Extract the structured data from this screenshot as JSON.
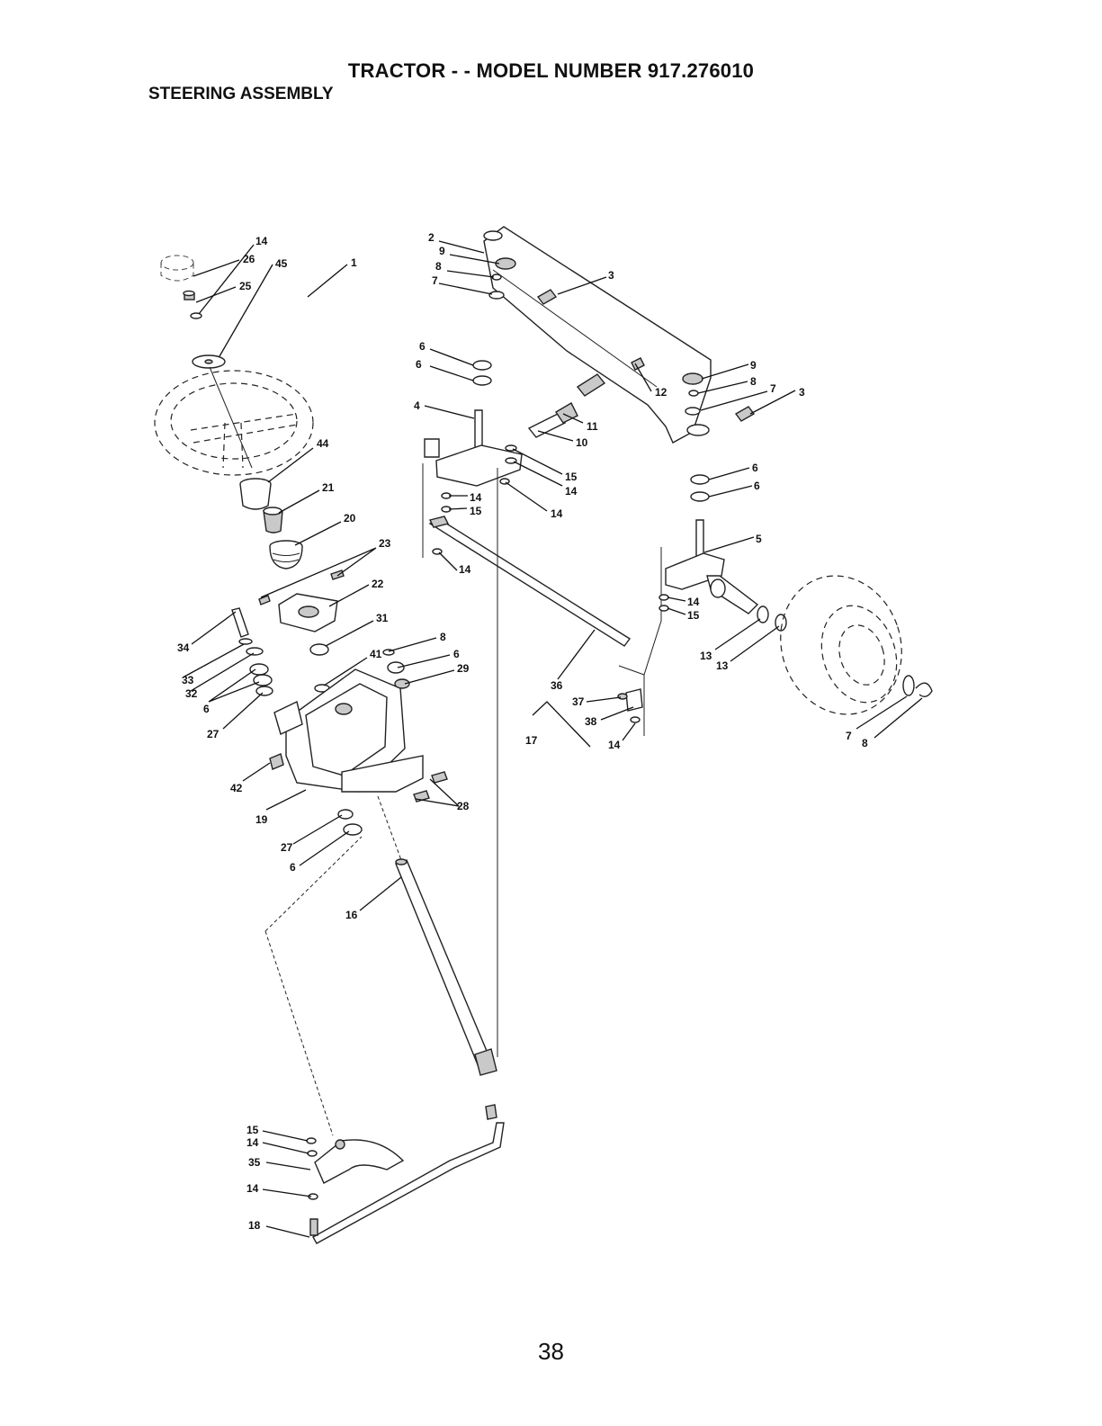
{
  "header": {
    "title": "TRACTOR - - MODEL NUMBER 917.276010",
    "subtitle": "STEERING ASSEMBLY"
  },
  "page_number": "38",
  "callouts": [
    {
      "id": "c-26",
      "label": "26"
    },
    {
      "id": "c-25",
      "label": "25"
    },
    {
      "id": "c-14a",
      "label": "14"
    },
    {
      "id": "c-45",
      "label": "45"
    },
    {
      "id": "c-1",
      "label": "1"
    },
    {
      "id": "c-44",
      "label": "44"
    },
    {
      "id": "c-21",
      "label": "21"
    },
    {
      "id": "c-20",
      "label": "20"
    },
    {
      "id": "c-23",
      "label": "23"
    },
    {
      "id": "c-22",
      "label": "22"
    },
    {
      "id": "c-31",
      "label": "31"
    },
    {
      "id": "c-41",
      "label": "41"
    },
    {
      "id": "c-8a",
      "label": "8"
    },
    {
      "id": "c-6a",
      "label": "6"
    },
    {
      "id": "c-29",
      "label": "29"
    },
    {
      "id": "c-34",
      "label": "34"
    },
    {
      "id": "c-33",
      "label": "33"
    },
    {
      "id": "c-32",
      "label": "32"
    },
    {
      "id": "c-6b",
      "label": "6"
    },
    {
      "id": "c-27a",
      "label": "27"
    },
    {
      "id": "c-42",
      "label": "42"
    },
    {
      "id": "c-19",
      "label": "19"
    },
    {
      "id": "c-28",
      "label": "28"
    },
    {
      "id": "c-27b",
      "label": "27"
    },
    {
      "id": "c-6c",
      "label": "6"
    },
    {
      "id": "c-16",
      "label": "16"
    },
    {
      "id": "c-15a",
      "label": "15"
    },
    {
      "id": "c-14b",
      "label": "14"
    },
    {
      "id": "c-35",
      "label": "35"
    },
    {
      "id": "c-14c",
      "label": "14"
    },
    {
      "id": "c-18",
      "label": "18"
    },
    {
      "id": "c-9a",
      "label": "9"
    },
    {
      "id": "c-8b",
      "label": "8"
    },
    {
      "id": "c-7a",
      "label": "7"
    },
    {
      "id": "c-3a",
      "label": "3"
    },
    {
      "id": "c-2",
      "label": "2"
    },
    {
      "id": "c-6d",
      "label": "6"
    },
    {
      "id": "c-6e",
      "label": "6"
    },
    {
      "id": "c-4",
      "label": "4"
    },
    {
      "id": "c-12",
      "label": "12"
    },
    {
      "id": "c-11",
      "label": "11"
    },
    {
      "id": "c-10",
      "label": "10"
    },
    {
      "id": "c-15b",
      "label": "15"
    },
    {
      "id": "c-14d",
      "label": "14"
    },
    {
      "id": "c-14e",
      "label": "14"
    },
    {
      "id": "c-15c",
      "label": "15"
    },
    {
      "id": "c-14f",
      "label": "14"
    },
    {
      "id": "c-14g",
      "label": "14"
    },
    {
      "id": "c-9b",
      "label": "9"
    },
    {
      "id": "c-8c",
      "label": "8"
    },
    {
      "id": "c-7b",
      "label": "7"
    },
    {
      "id": "c-3b",
      "label": "3"
    },
    {
      "id": "c-6f",
      "label": "6"
    },
    {
      "id": "c-6g",
      "label": "6"
    },
    {
      "id": "c-5",
      "label": "5"
    },
    {
      "id": "c-14h",
      "label": "14"
    },
    {
      "id": "c-15d",
      "label": "15"
    },
    {
      "id": "c-13a",
      "label": "13"
    },
    {
      "id": "c-13b",
      "label": "13"
    },
    {
      "id": "c-36",
      "label": "36"
    },
    {
      "id": "c-37",
      "label": "37"
    },
    {
      "id": "c-38",
      "label": "38"
    },
    {
      "id": "c-17",
      "label": "17"
    },
    {
      "id": "c-14i",
      "label": "14"
    },
    {
      "id": "c-7c",
      "label": "7"
    },
    {
      "id": "c-8d",
      "label": "8"
    }
  ]
}
